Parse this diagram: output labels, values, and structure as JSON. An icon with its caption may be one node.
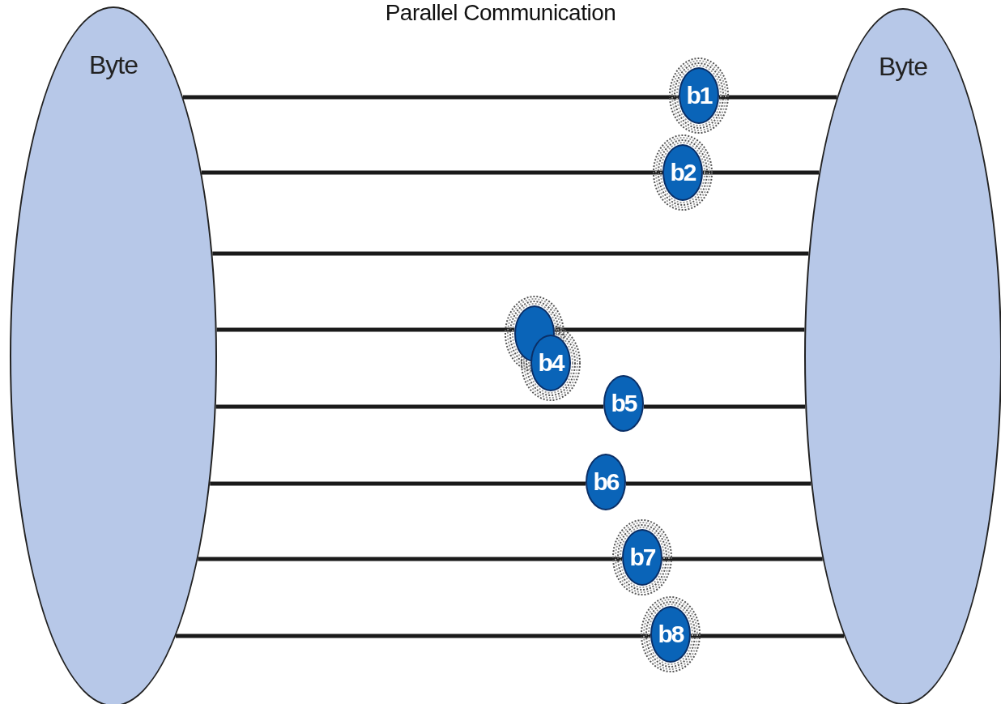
{
  "diagram": {
    "title": "Parallel Communication",
    "nodes": [
      {
        "text": [
          "Byte"
        ]
      },
      {
        "text": [
          "Byte"
        ]
      },
      {
        "text": [
          "b1"
        ]
      },
      {
        "text": [
          "b2"
        ]
      },
      {
        "text": [],
        "shape": "circle"
      },
      {
        "text": [
          "b4"
        ]
      },
      {
        "text": [
          "b5"
        ]
      },
      {
        "text": [
          "b6"
        ]
      },
      {
        "text": [
          "b7"
        ]
      },
      {
        "text": [
          "b8"
        ]
      }
    ],
    "edges": [
      {
        "from": 0,
        "to": 2,
        "arrow": "none"
      },
      {
        "from": 2,
        "to": 1,
        "arrow": "none"
      },
      {
        "from": 0,
        "to": 3,
        "arrow": "none"
      },
      {
        "from": 3,
        "to": 1,
        "arrow": "none"
      },
      {
        "from": 0,
        "to": 1,
        "arrow": "none"
      },
      {
        "from": 0,
        "to": 4,
        "arrow": "none"
      },
      {
        "from": 4,
        "to": 1,
        "arrow": "none"
      },
      {
        "from": 0,
        "to": 6,
        "arrow": "none"
      },
      {
        "from": 6,
        "to": 1,
        "arrow": "none"
      },
      {
        "from": 0,
        "to": 7,
        "arrow": "none"
      },
      {
        "from": 7,
        "to": 1,
        "arrow": "none"
      },
      {
        "from": 0,
        "to": 8,
        "arrow": "none"
      },
      {
        "from": 8,
        "to": 1,
        "arrow": "none"
      },
      {
        "from": 0,
        "to": 9,
        "arrow": "none"
      },
      {
        "from": 9,
        "to": 1,
        "arrow": "none"
      }
    ]
  }
}
